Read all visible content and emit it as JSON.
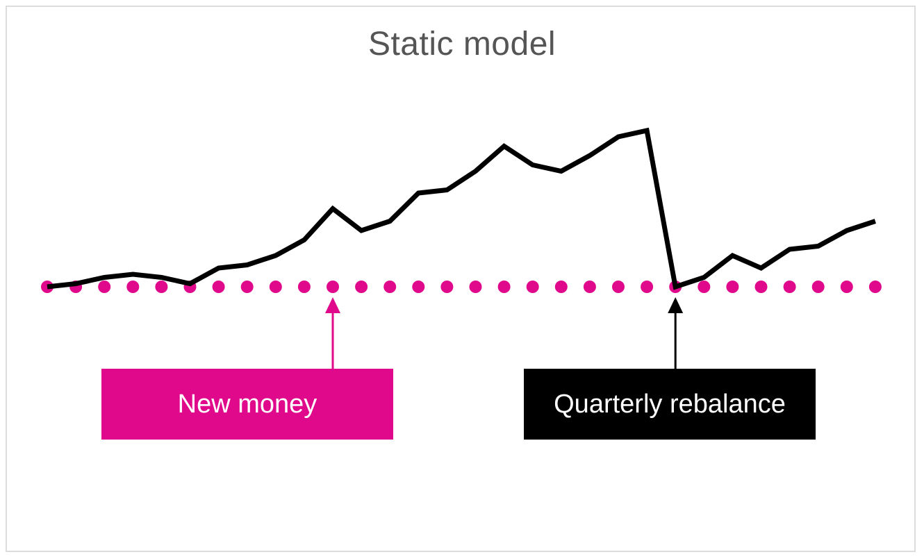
{
  "title": "Static model",
  "colors": {
    "accent": "#e0098b",
    "line": "#000000",
    "title": "#555555",
    "border": "#dcdcdc",
    "label_text": "#ffffff"
  },
  "labels": {
    "new_money": "New money",
    "quarterly_rebalance": "Quarterly rebalance"
  },
  "chart_data": {
    "type": "line",
    "series": [
      {
        "values": [
          0,
          1,
          3,
          4,
          3,
          1,
          6,
          7,
          10,
          15,
          25,
          18,
          21,
          30,
          31,
          37,
          45,
          39,
          37,
          42,
          48,
          50,
          0,
          3,
          10,
          6,
          12,
          13,
          18,
          21
        ]
      }
    ],
    "baseline": {
      "style": "dotted",
      "value": 0,
      "points": 30
    },
    "annotations": [
      {
        "text": "New money",
        "at_index": 10
      },
      {
        "text": "Quarterly rebalance",
        "at_index": 22
      }
    ]
  }
}
